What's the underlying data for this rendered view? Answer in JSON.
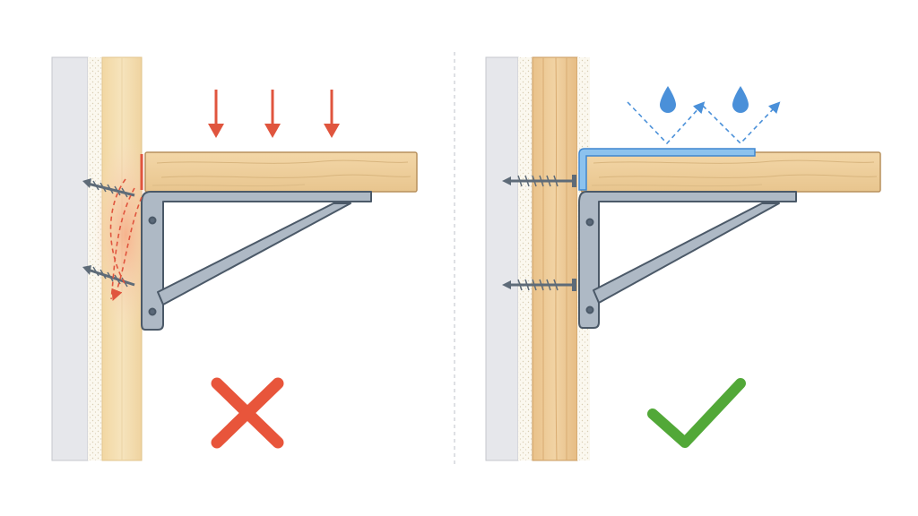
{
  "panels": [
    {
      "id": "incorrect",
      "verdict": "incorrect",
      "verdict_color": "#e8553b",
      "fastener_anchorage": "drywall",
      "load_arrow_color": "#e0553e",
      "stress_color": "#f3a07d"
    },
    {
      "id": "correct",
      "verdict": "correct",
      "verdict_color": "#52a838",
      "fastener_anchorage": "wood-stud",
      "water_color": "#4a90d9",
      "seal_color": "#6aaee6"
    }
  ],
  "colors": {
    "drywall": "#e5e6ea",
    "stud": "#f6e3b4",
    "stud_dark": "#e7c189",
    "shelf": "#efcd98",
    "bracket": "#a9b6c3",
    "bracket_stroke": "#4b5968"
  }
}
